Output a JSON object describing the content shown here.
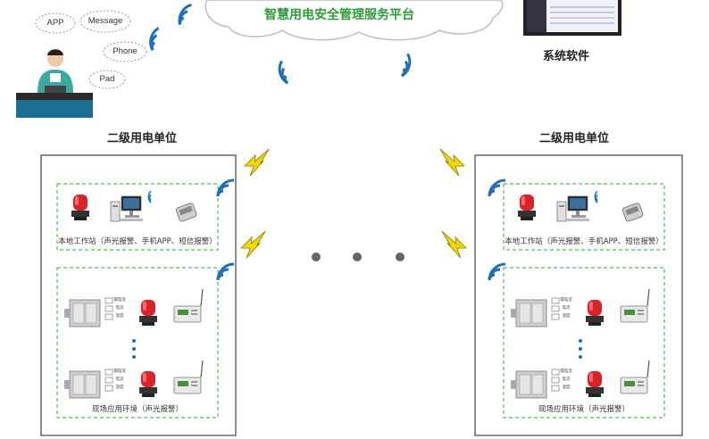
{
  "cloud": {
    "title": "智慧用电安全管理服务平台"
  },
  "client": {
    "channels": [
      "APP",
      "Message",
      "Phone",
      "Pad"
    ]
  },
  "system_software": {
    "label": "系统软件"
  },
  "units": [
    {
      "title": "二级用电单位",
      "workstation_caption": "本地工作站（声光报警、手机APP、短信报警）",
      "field_caption": "现场应用环境（声光报警）",
      "module_labels": [
        "漏电流",
        "电流",
        "温度"
      ]
    },
    {
      "title": "二级用电单位",
      "workstation_caption": "本地工作站（声光报警、手机APP、短信报警）",
      "field_caption": "现场应用环境（声光报警）",
      "module_labels": [
        "漏电流",
        "电流",
        "温度"
      ]
    }
  ],
  "colors": {
    "accent_green": "#2f9a3a",
    "wifi_blue": "#1f6fb8",
    "lightning_yellow": "#f2d600",
    "alarm_red": "#d8232a",
    "dashed_green": "#5cb85c"
  }
}
